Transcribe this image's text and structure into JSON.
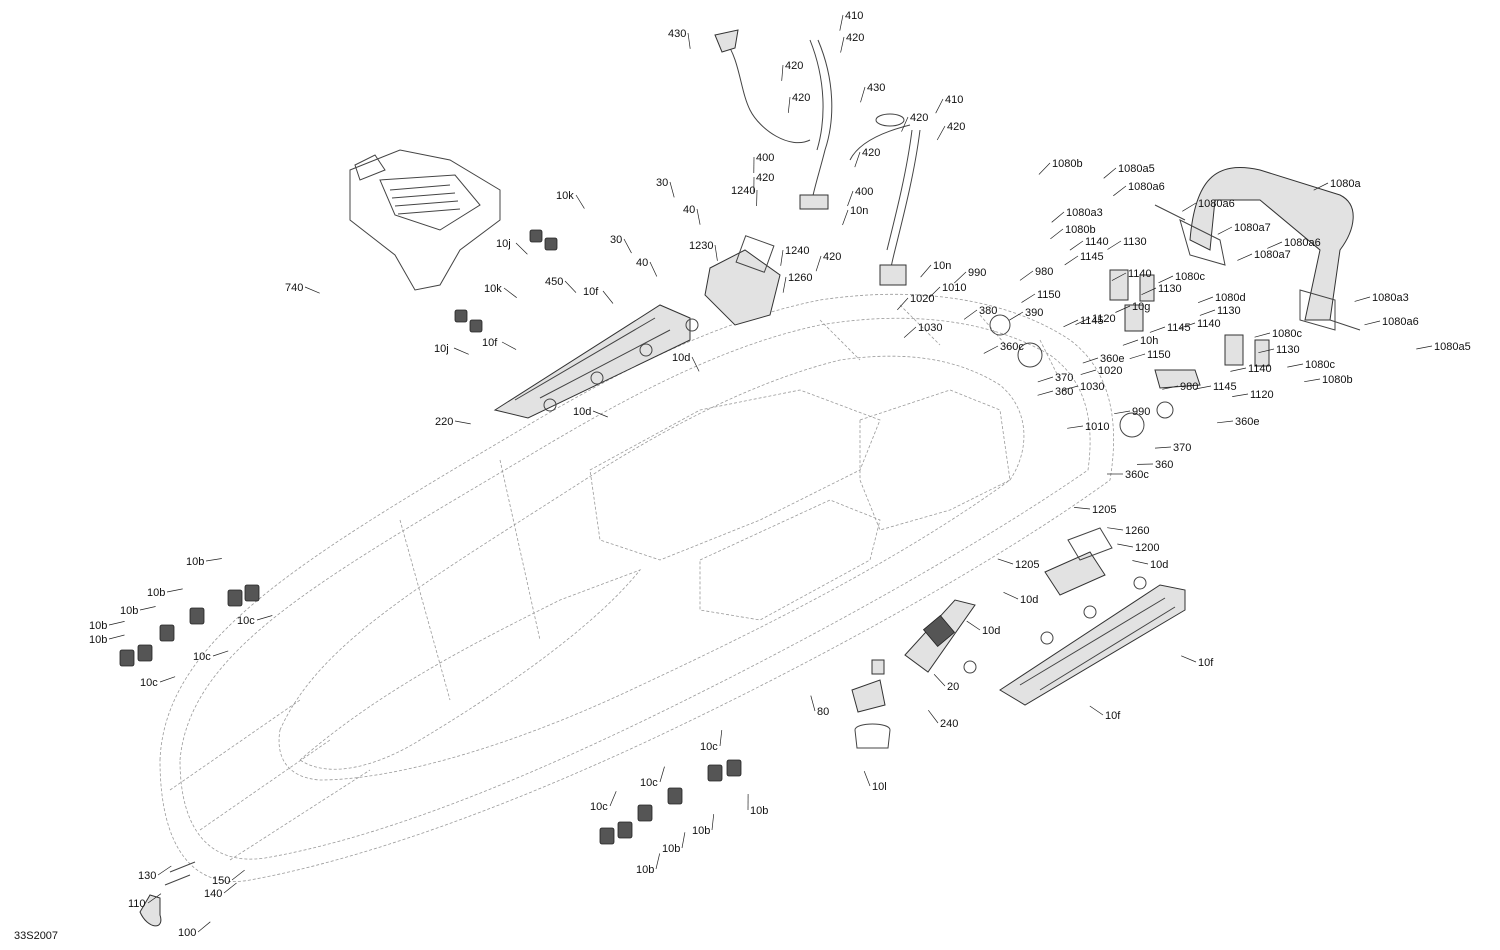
{
  "drawing_id": "33S2007",
  "callouts": [
    "430",
    "410",
    "420",
    "420",
    "420",
    "420",
    "400",
    "430",
    "420",
    "410",
    "420",
    "420",
    "400",
    "420",
    "10n",
    "10n",
    "1240",
    "1240",
    "1260",
    "1230",
    "10k",
    "10j",
    "30",
    "40",
    "30",
    "40",
    "450",
    "740",
    "10k",
    "10j",
    "10f",
    "10f",
    "10d",
    "220",
    "10d",
    "1080b",
    "1080a5",
    "1080a6",
    "1080a",
    "1080a3",
    "1080a6",
    "1080b",
    "1080a7",
    "1080a6",
    "1080c",
    "1080a7",
    "1080d",
    "1140",
    "1130",
    "1145",
    "1140",
    "1130",
    "1150",
    "1145",
    "1120",
    "10g",
    "10h",
    "990",
    "980",
    "1010",
    "1020",
    "380",
    "1030",
    "390",
    "360c",
    "370",
    "360e",
    "360",
    "1080a3",
    "1080a6",
    "1080a5",
    "1080c",
    "1080b",
    "1130",
    "1080c",
    "1140",
    "1145",
    "1130",
    "1150",
    "1145",
    "1140",
    "980",
    "1120",
    "1020",
    "1030",
    "990",
    "1010",
    "360e",
    "370",
    "360c",
    "360",
    "1205",
    "1260",
    "1200",
    "1205",
    "10d",
    "10d",
    "10d",
    "10f",
    "10f",
    "240",
    "20",
    "80",
    "10l",
    "10b",
    "10b",
    "10c",
    "10b",
    "10b",
    "10c",
    "10b",
    "10c",
    "10c",
    "10c",
    "10c",
    "10b",
    "10b",
    "10b",
    "10b",
    "130",
    "150",
    "140",
    "110",
    "100"
  ]
}
